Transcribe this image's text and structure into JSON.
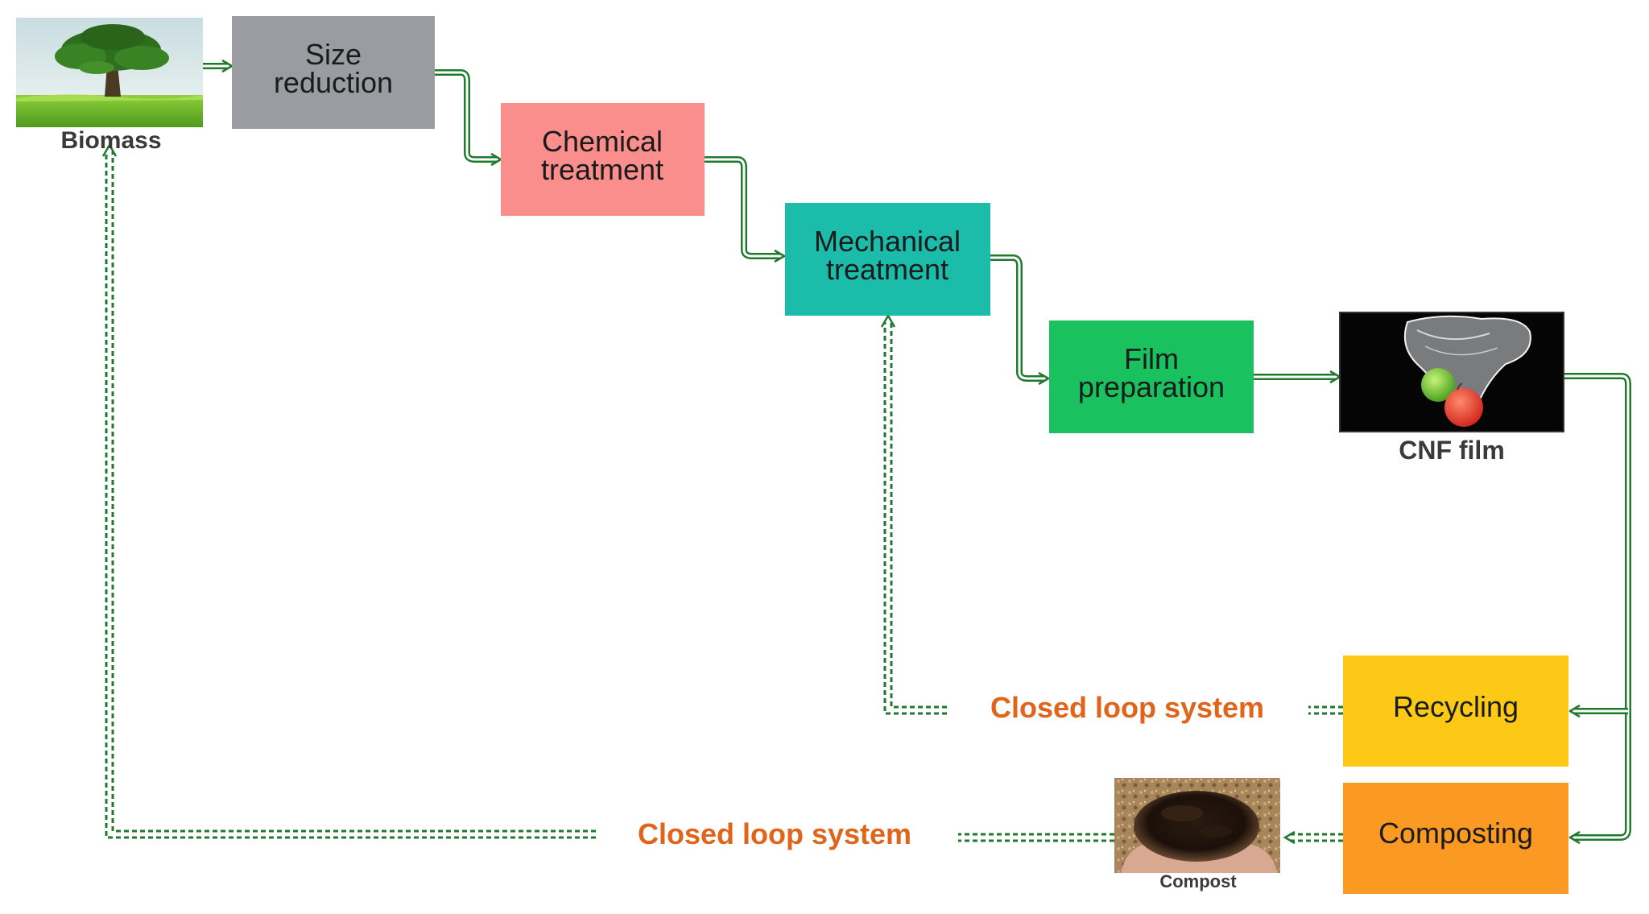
{
  "nodes": {
    "size_reduction": {
      "line1": "Size",
      "line2": "reduction",
      "color": "#9a9ca1"
    },
    "chemical_treatment": {
      "line1": "Chemical",
      "line2": "treatment",
      "color": "#f98e8c"
    },
    "mechanical_treatment": {
      "line1": "Mechanical",
      "line2": "treatment",
      "color": "#1bbdaa"
    },
    "film_preparation": {
      "line1": "Film",
      "line2": "preparation",
      "color": "#19c15f"
    },
    "recycling": {
      "label": "Recycling",
      "color": "#fbc916"
    },
    "composting": {
      "label": "Composting",
      "color": "#fb9a22"
    }
  },
  "captions": {
    "biomass": "Biomass",
    "cnf_film": "CNF film",
    "compost": "Compost"
  },
  "loops": {
    "upper": "Closed loop system",
    "lower": "Closed loop system"
  },
  "colors": {
    "arrow": "#1f7a2e",
    "loop_text": "#e0641a"
  },
  "icons": {
    "biomass": "tree-photo",
    "cnf_film": "plastic-bag-with-apples-photo",
    "compost": "compost-in-hands-photo"
  }
}
